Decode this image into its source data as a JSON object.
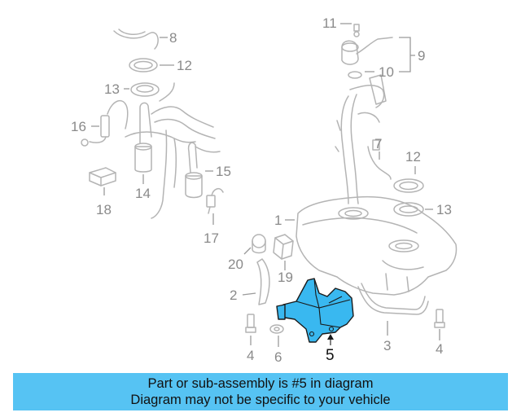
{
  "callouts": [
    {
      "id": "c8",
      "label": "8"
    },
    {
      "id": "c12a",
      "label": "12"
    },
    {
      "id": "c13a",
      "label": "13"
    },
    {
      "id": "c16",
      "label": "16"
    },
    {
      "id": "c14",
      "label": "14"
    },
    {
      "id": "c15",
      "label": "15"
    },
    {
      "id": "c18",
      "label": "18"
    },
    {
      "id": "c17",
      "label": "17"
    },
    {
      "id": "c11",
      "label": "11"
    },
    {
      "id": "c9",
      "label": "9"
    },
    {
      "id": "c10",
      "label": "10"
    },
    {
      "id": "c7",
      "label": "7"
    },
    {
      "id": "c12b",
      "label": "12"
    },
    {
      "id": "c13b",
      "label": "13"
    },
    {
      "id": "c1",
      "label": "1"
    },
    {
      "id": "c20",
      "label": "20"
    },
    {
      "id": "c19",
      "label": "19"
    },
    {
      "id": "c2",
      "label": "2"
    },
    {
      "id": "c3",
      "label": "3"
    },
    {
      "id": "c4a",
      "label": "4"
    },
    {
      "id": "c6",
      "label": "6"
    },
    {
      "id": "c4b",
      "label": "4"
    }
  ],
  "highlight": {
    "label": "5",
    "color": "#39b8f0"
  },
  "banner": {
    "line1": "Part or sub-assembly is #5 in diagram",
    "line2": "Diagram may not be specific to your vehicle",
    "background": "#56c3f3"
  }
}
